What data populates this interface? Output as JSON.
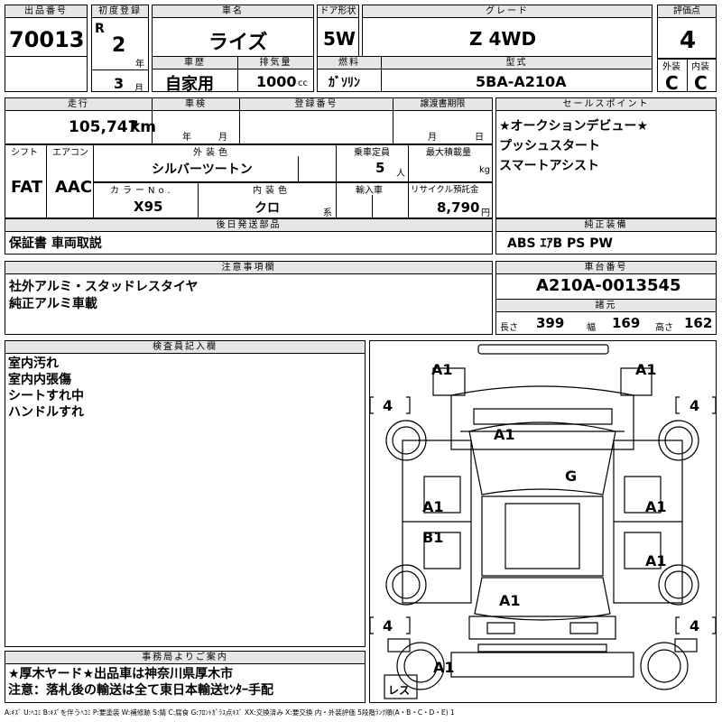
{
  "header": {
    "lot_no_label": "出品番号",
    "lot_no": "70013",
    "first_reg_label": "初度登録",
    "era": "R",
    "year": "2",
    "year_unit": "年",
    "month": "3",
    "month_unit": "月",
    "car_name_label": "車名",
    "car_name": "ライズ",
    "door_label": "ドア形状",
    "door": "5W",
    "grade_label": "グレード",
    "grade": "Z 4WD",
    "score_label": "評価点",
    "score": "4",
    "history_label": "車歴",
    "history": "自家用",
    "displacement_label": "排気量",
    "displacement": "1000",
    "displacement_unit": "cc",
    "fuel_label": "燃料",
    "fuel": "ｶﾞｿﾘﾝ",
    "model_label": "型式",
    "model": "5BA-A210A",
    "ext_label": "外装",
    "ext_grade": "C",
    "int_label": "内装",
    "int_grade": "C"
  },
  "row2": {
    "mileage_label": "走行",
    "mileage": "105,747",
    "mileage_unit": "km",
    "inspection_label": "車検",
    "insp_year": "年",
    "insp_month": "月",
    "reg_no_label": "登録番号",
    "transfer_label": "譲渡書期限",
    "transfer_month": "月",
    "transfer_day": "日",
    "shift_label": "シフト",
    "shift": "FAT",
    "ac_label": "エアコン",
    "ac": "AAC",
    "exterior_color_label": "外装色",
    "exterior_color": "シルバーツートン",
    "capacity_label": "乗車定員",
    "capacity": "5",
    "capacity_unit": "人",
    "max_load_label": "最大積載量",
    "max_load_unit": "kg",
    "color_no_label": "カラーNo.",
    "color_no": "X95",
    "interior_color_label": "内装色",
    "interior_color": "クロ",
    "interior_color_suffix": "系",
    "import_label": "輸入車",
    "recycle_label": "リサイクル預託金",
    "recycle": "8,790",
    "recycle_unit": "円"
  },
  "sales_points": {
    "label": "セールスポイント",
    "items": [
      "★オークションデビュー★",
      "プッシュスタート",
      "スマートアシスト"
    ]
  },
  "later_parts": {
    "label": "後日発送部品",
    "text": "保証書 車両取説"
  },
  "genuine_equipment": {
    "label": "純正装備",
    "text": "ABS ｴｱB PS PW"
  },
  "caution": {
    "label": "注意事項欄",
    "lines": [
      "社外アルミ・スタッドレスタイヤ",
      "純正アルミ車載"
    ]
  },
  "chassis": {
    "label": "車台番号",
    "number": "A210A-0013545",
    "specs_label": "諸元",
    "length_label": "長さ",
    "length": "399",
    "width_label": "幅",
    "width": "169",
    "height_label": "高さ",
    "height": "162"
  },
  "inspector": {
    "label": "検査員記入欄",
    "lines": [
      "室内汚れ",
      "室内内張傷",
      "シートすれ中",
      "ハンドルすれ"
    ]
  },
  "office": {
    "label": "事務局よりご案内",
    "lines": [
      "★厚木ヤード★出品車は神奈川県厚木市",
      "注意：落札後の輸送は全て東日本輸送ｾﾝﾀｰ手配"
    ]
  },
  "diagram": {
    "marks": [
      "A1",
      "A1",
      "A1",
      "G",
      "A1",
      "A1",
      "B1",
      "A1",
      "A1",
      "A1"
    ],
    "tires": [
      "4",
      "4",
      "4",
      "4"
    ],
    "spare": "レス"
  },
  "legend": "A:ｷｽﾞ U:ﾍｺﾐ B:ｷｽﾞを伴うﾍｺﾐ P:要塗装 W:補修跡 S:錆 C:腐食 G:ﾌﾛﾝﾄｶﾞﾗｽ点ｷｽﾞ XX:交換済み X:要交換 内・外装評価 5段階ﾗﾝｸ順(A・B・C・D・E) 1"
}
